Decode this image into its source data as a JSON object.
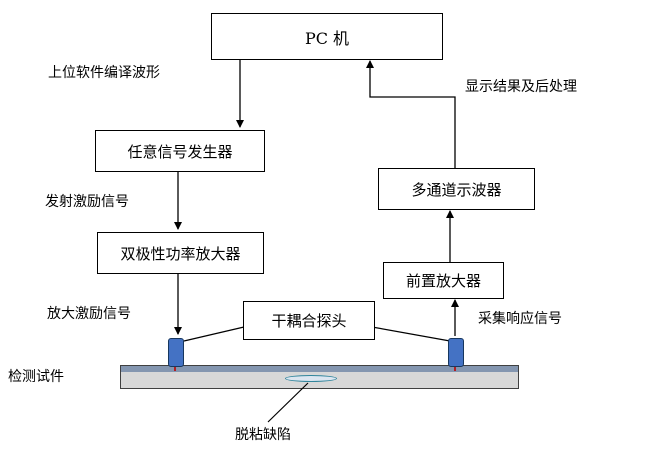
{
  "boxes": {
    "pc": "PC 机",
    "signal_generator": "任意信号发生器",
    "power_amplifier": "双极性功率放大器",
    "oscilloscope": "多通道示波器",
    "preamplifier": "前置放大器",
    "probe": "干耦合探头"
  },
  "labels": {
    "compile_waveform": "上位软件编译波形",
    "display_results": "显示结果及后处理",
    "transmit_signal": "发射激励信号",
    "amplified_signal": "放大激励信号",
    "acquire_signal": "采集响应信号",
    "specimen": "检测试件",
    "defect": "脱粘缺陷"
  },
  "colors": {
    "line": "#000000",
    "probe_fill": "#4472C4",
    "probe_tip": "#C00000",
    "specimen_fill": "#D8D8D8",
    "specimen_top_band": "#8496B0",
    "defect_outline": "#31859C"
  }
}
